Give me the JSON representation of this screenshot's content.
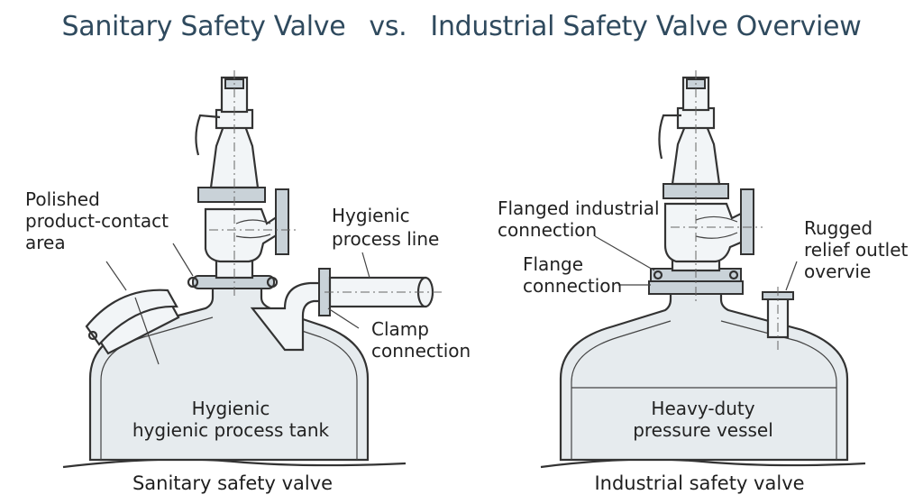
{
  "title": {
    "left": "Sanitary Safety Valve",
    "connector": "vs.",
    "right": "Industrial Safety Valve Overview"
  },
  "left_diagram": {
    "callout_polished": [
      "Polished",
      "product-contact",
      "area"
    ],
    "callout_process_line": [
      "Hygienic",
      "process line"
    ],
    "callout_clamp": [
      "Clamp",
      "connection"
    ],
    "tank_label": [
      "Hygienic",
      "hygienic process tank"
    ],
    "caption": "Sanitary safety valve"
  },
  "right_diagram": {
    "callout_flanged": [
      "Flanged industrial",
      "connection"
    ],
    "callout_flange": [
      "Flange",
      "connection"
    ],
    "callout_outlet": [
      "Rugged",
      "relief outlet",
      "overvie"
    ],
    "vessel_label": [
      "Heavy-duty",
      "pressure vessel"
    ],
    "caption": "Industrial safety valve"
  },
  "colors": {
    "title": "#2f4a5e",
    "line": "#333333",
    "fill": "#e6ebee"
  }
}
